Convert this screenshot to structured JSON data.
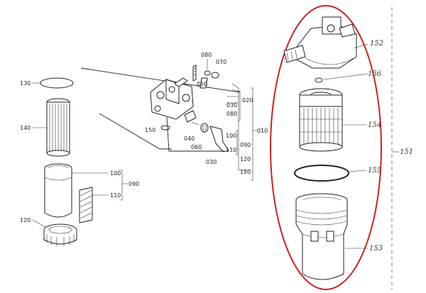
{
  "left_assembly": {
    "labels": {
      "o_ring_top": "130",
      "filter_element": "140",
      "cup": "100",
      "cup_label": "110",
      "ring_nut": "120",
      "group_090": "090"
    }
  },
  "middle_assembly": {
    "labels": {
      "screw_080": "080",
      "washer_070": "070",
      "bolt_050": "050",
      "o_ring_150": "150",
      "fitting_040": "040",
      "gasket_060": "060",
      "elbow_030": "030",
      "group_020": "020",
      "group_010": "010",
      "list_030": "030",
      "list_080": "080",
      "list_100": "100",
      "list_110": "110",
      "list_090": "090",
      "list_120": "120",
      "list_150": "150"
    }
  },
  "right_assembly": {
    "labels": {
      "head": "152",
      "o_ring_small": "156",
      "element": "154",
      "o_ring_large": "155",
      "bowl": "153",
      "assembly": "151"
    },
    "highlight_color": "#cc2222"
  }
}
